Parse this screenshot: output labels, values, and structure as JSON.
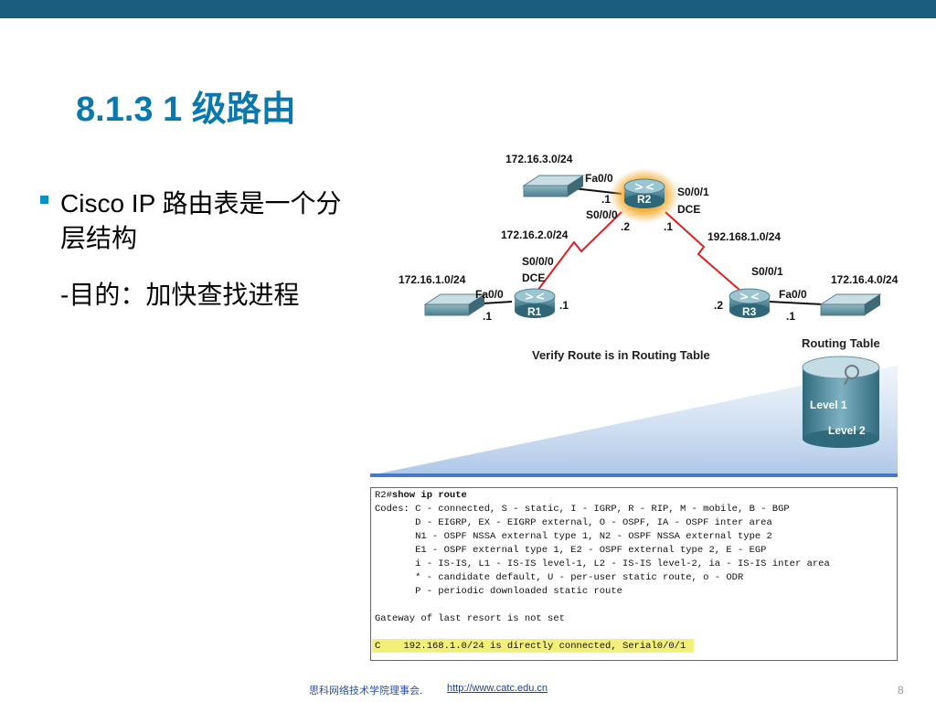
{
  "slide": {
    "title": "8.1.3 1 级路由",
    "bullet1": "Cisco IP 路由表是一个分层结构",
    "bullet2": "-目的：加快查找进程",
    "page_number": "8"
  },
  "diagram": {
    "net_top": "172.16.3.0/24",
    "r2_fa": "Fa0/0",
    "r2_fa_ip": ".1",
    "r2_s000": "S0/0/0",
    "r2_s000_ip": ".2",
    "r2_s001": "S0/0/1",
    "r2_dce": "DCE",
    "r2_s001_ip": ".1",
    "r2_name": "R2",
    "net_left_link": "172.16.2.0/24",
    "net_right_link": "192.168.1.0/24",
    "r1_s000": "S0/0/0",
    "r1_dce": "DCE",
    "r1_s000_ip": ".1",
    "r1_fa": "Fa0/0",
    "r1_fa_ip": ".1",
    "r1_name": "R1",
    "net_left": "172.16.1.0/24",
    "r3_s001": "S0/0/1",
    "r3_s001_ip": ".2",
    "r3_fa": "Fa0/0",
    "r3_fa_ip": ".1",
    "r3_name": "R3",
    "net_right": "172.16.4.0/24",
    "caption": "Verify Route is in Routing Table",
    "routing_table_title": "Routing Table",
    "level1": "Level 1",
    "level2": "Level 2"
  },
  "terminal": {
    "prompt": "R2#",
    "command": "show ip route",
    "lines": [
      "Codes: C - connected, S - static, I - IGRP, R - RIP, M - mobile, B - BGP",
      "       D - EIGRP, EX - EIGRP external, O - OSPF, IA - OSPF inter area",
      "       N1 - OSPF NSSA external type 1, N2 - OSPF NSSA external type 2",
      "       E1 - OSPF external type 1, E2 - OSPF external type 2, E - EGP",
      "       i - IS-IS, L1 - IS-IS level-1, L2 - IS-IS level-2, ia - IS-IS inter area",
      "       * - candidate default, U - per-user static route, o - ODR",
      "       P - periodic downloaded static route",
      "",
      "Gateway of last resort is not set",
      "",
      "C    192.168.1.0/24 is directly connected, Serial0/0/1"
    ]
  },
  "footer": {
    "org": "思科网络技术学院理事会.",
    "url": "http://www.catc.edu.cn"
  },
  "colors": {
    "top_bar": "#1a5d7e",
    "title": "#0a78ad",
    "bullet": "#0a8fc6",
    "serial_link": "#e02020",
    "router_glow": "#f5a623",
    "highlight": "#f3f07a"
  }
}
